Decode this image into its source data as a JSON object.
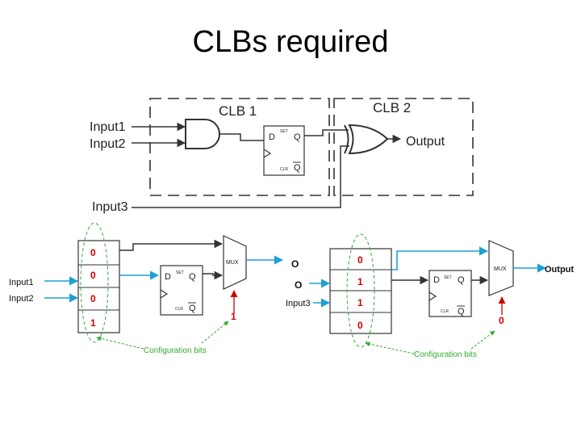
{
  "title": "CLBs required",
  "top": {
    "clb1_label": "CLB 1",
    "clb2_label": "CLB 2",
    "input1": "Input1",
    "input2": "Input2",
    "input3": "Input3",
    "output": "Output",
    "ff": {
      "d": "D",
      "q": "Q",
      "qbar": "Q",
      "set": "SET",
      "clr": "CLR"
    }
  },
  "bottom_left": {
    "input1": "Input1",
    "input2": "Input2",
    "bits": [
      "0",
      "0",
      "0",
      "1"
    ],
    "mux_label": "MUX",
    "mux_select_bit": "1",
    "output": "O",
    "config_label": "Configuration bits",
    "ff": {
      "d": "D",
      "q": "Q",
      "qbar": "Q",
      "set": "SET",
      "clr": "CLR"
    }
  },
  "bottom_right": {
    "input_o": "O",
    "input3": "Input3",
    "bits": [
      "0",
      "1",
      "1",
      "0"
    ],
    "mux_label": "MUX",
    "mux_select_bit": "0",
    "output": "Output",
    "config_label": "Configuration bits",
    "ff": {
      "d": "D",
      "q": "Q",
      "qbar": "Q",
      "set": "SET",
      "clr": "CLR"
    }
  },
  "colors": {
    "signal_wire": "#1e9fd6",
    "config_bit": "#cc0000",
    "config_annotation": "#33aa33",
    "text": "#222222"
  }
}
